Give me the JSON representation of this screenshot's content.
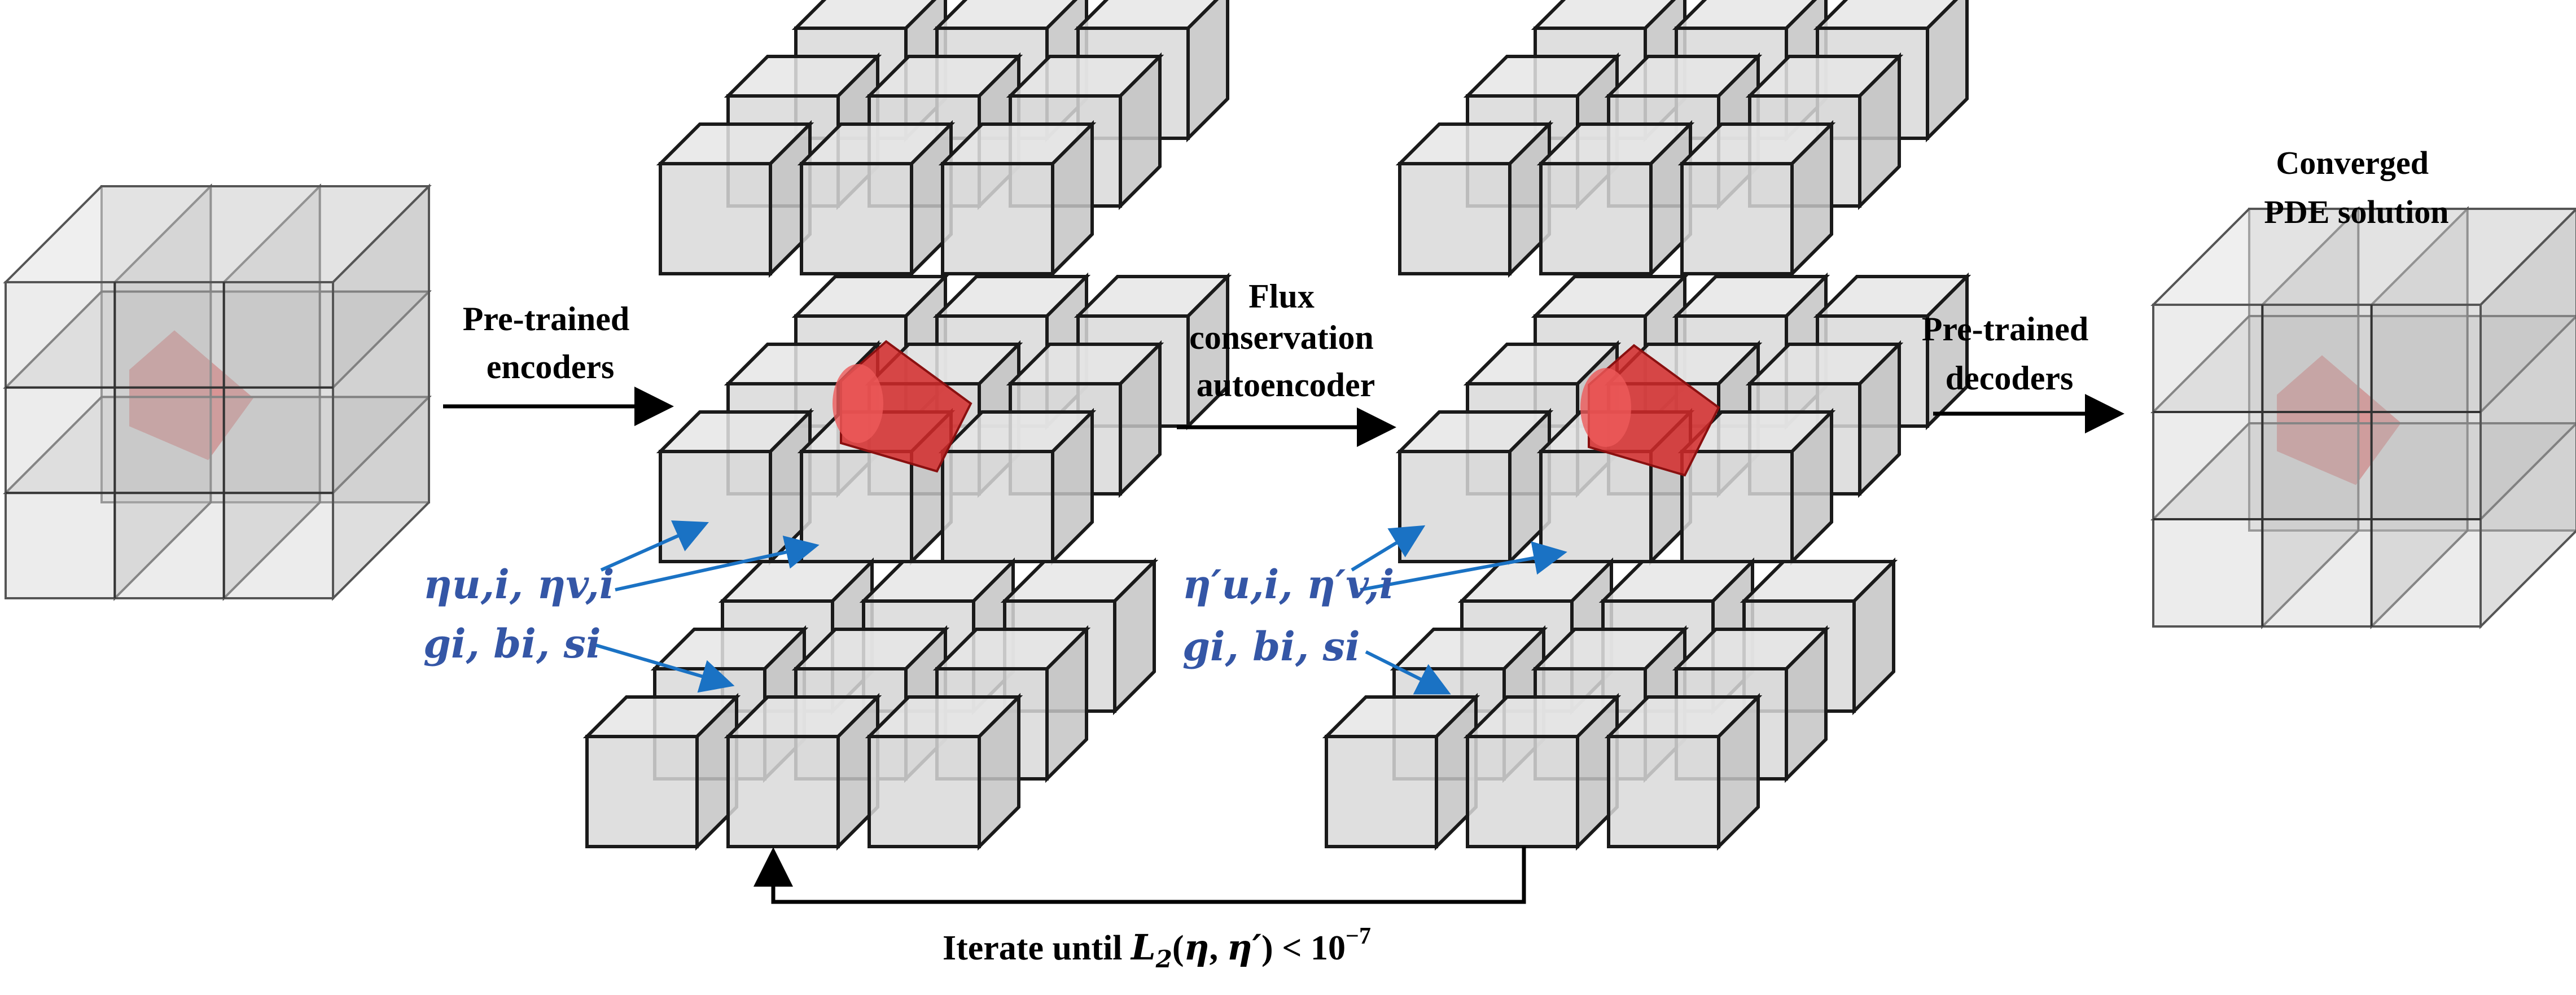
{
  "labels": {
    "encoders": [
      "Pre-trained",
      "encoders"
    ],
    "flux": [
      "Flux",
      "conservation",
      "autoencoder"
    ],
    "decoders": [
      "Pre-trained",
      "decoders"
    ],
    "converged": [
      "Converged",
      "PDE solution"
    ],
    "iterate": "Iterate until "
  },
  "annotations": {
    "left": {
      "eta": "ηu,i, ηv,i",
      "gbs": "gi, bi, si"
    },
    "right": {
      "eta": "η′u,i, η′v,i",
      "gbs": "gi, bi, si"
    }
  },
  "math": {
    "L": "L",
    "sub2": "2",
    "open": "(",
    "eta": "η",
    "comma": ", ",
    "etap": "η′",
    "close": ")",
    "lt": " < ",
    "ten": "10",
    "exp": "−7"
  },
  "colors": {
    "annotation": "#3456a6",
    "arrow_blue": "#1a72c4",
    "cylinder": "#d42a2a",
    "cube_face": "#d9d9d9",
    "cube_edge": "#1a1a1a"
  }
}
